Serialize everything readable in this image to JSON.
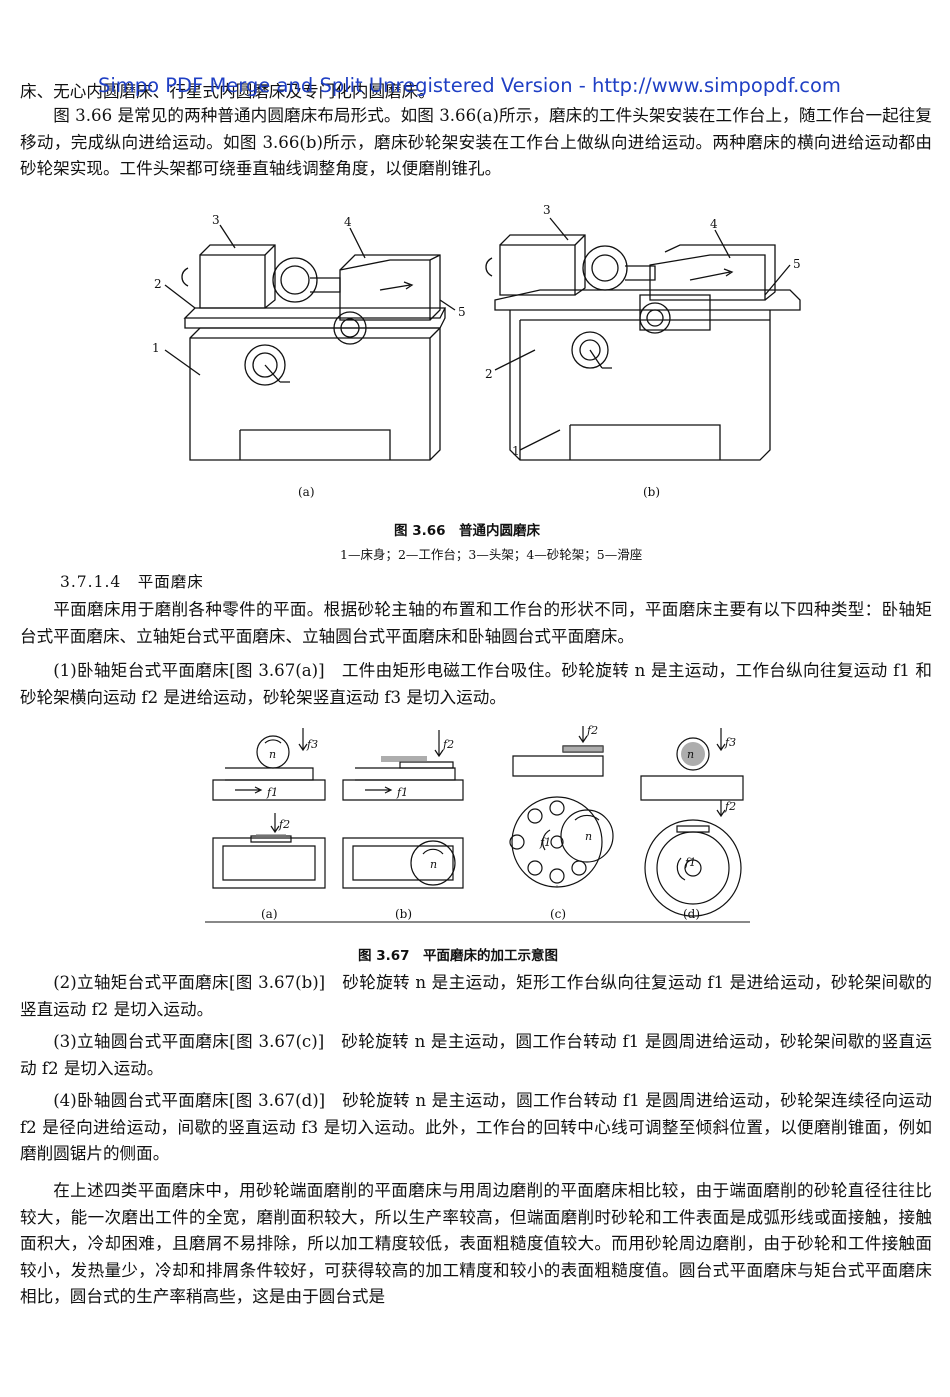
{
  "watermark": "Simpo PDF Merge and Split Unregistered Version - http://www.simpopdf.com",
  "first_line": "床、无心内圆磨床、行星式内圆磨床及专门化内圆磨床。",
  "para1": "图 3.66 是常见的两种普通内圆磨床布局形式。如图 3.66(a)所示，磨床的工件头架安装在工作台上，随工作台一起往复移动，完成纵向进给运动。如图 3.66(b)所示，磨床砂轮架安装在工作台上做纵向进给运动。两种磨床的横向进给运动都由砂轮架实现。工件头架都可绕垂直轴线调整角度，以便磨削锥孔。",
  "fig366": {
    "labels_a": [
      "1",
      "2",
      "3",
      "4",
      "5"
    ],
    "labels_b": [
      "1",
      "2",
      "3",
      "4",
      "5"
    ],
    "sub_a": "(a)",
    "sub_b": "(b)",
    "title": "图 3.66　普通内圆磨床",
    "legend": "1—床身；2—工作台；3—头架；4—砂轮架；5—滑座"
  },
  "section_heading": "3.7.1.4　平面磨床",
  "para2": "平面磨床用于磨削各种零件的平面。根据砂轮主轴的布置和工作台的形状不同，平面磨床主要有以下四种类型：卧轴矩台式平面磨床、立轴矩台式平面磨床、立轴圆台式平面磨床和卧轴圆台式平面磨床。",
  "para3": "(1)卧轴矩台式平面磨床[图 3.67(a)]　工件由矩形电磁工作台吸住。砂轮旋转 n 是主运动，工作台纵向往复运动 f1 和砂轮架横向运动 f2 是进给运动，砂轮架竖直运动 f3 是切入运动。",
  "fig367": {
    "labels": {
      "n": "n",
      "f1": "f1",
      "f2": "f2",
      "f3": "f3"
    },
    "sub": [
      "(a)",
      "(b)",
      "(c)",
      "(d)"
    ],
    "title": "图 3.67　平面磨床的加工示意图"
  },
  "para4": "(2)立轴矩台式平面磨床[图 3.67(b)]　砂轮旋转 n 是主运动，矩形工作台纵向往复运动 f1 是进给运动，砂轮架间歇的竖直运动 f2 是切入运动。",
  "para5": "(3)立轴圆台式平面磨床[图 3.67(c)]　砂轮旋转 n 是主运动，圆工作台转动 f1 是圆周进给运动，砂轮架间歇的竖直运动 f2 是切入运动。",
  "para6": "(4)卧轴圆台式平面磨床[图 3.67(d)]　砂轮旋转 n 是主运动，圆工作台转动 f1 是圆周进给运动，砂轮架连续径向运动 f2 是径向进给运动，间歇的竖直运动 f3 是切入运动。此外，工作台的回转中心线可调整至倾斜位置，以便磨削锥面，例如磨削圆锯片的侧面。",
  "para7": "在上述四类平面磨床中，用砂轮端面磨削的平面磨床与用周边磨削的平面磨床相比较，由于端面磨削的砂轮直径往往比较大，能一次磨出工件的全宽，磨削面积较大，所以生产率较高，但端面磨削时砂轮和工件表面是成弧形线或面接触，接触面积大，冷却困难，且磨屑不易排除，所以加工精度较低，表面粗糙度值较大。而用砂轮周边磨削，由于砂轮和工件接触面较小，发热量少，冷却和排屑条件较好，可获得较高的加工精度和较小的表面粗糙度值。圆台式平面磨床与矩台式平面磨床相比，圆台式的生产率稍高些，这是由于圆台式是"
}
